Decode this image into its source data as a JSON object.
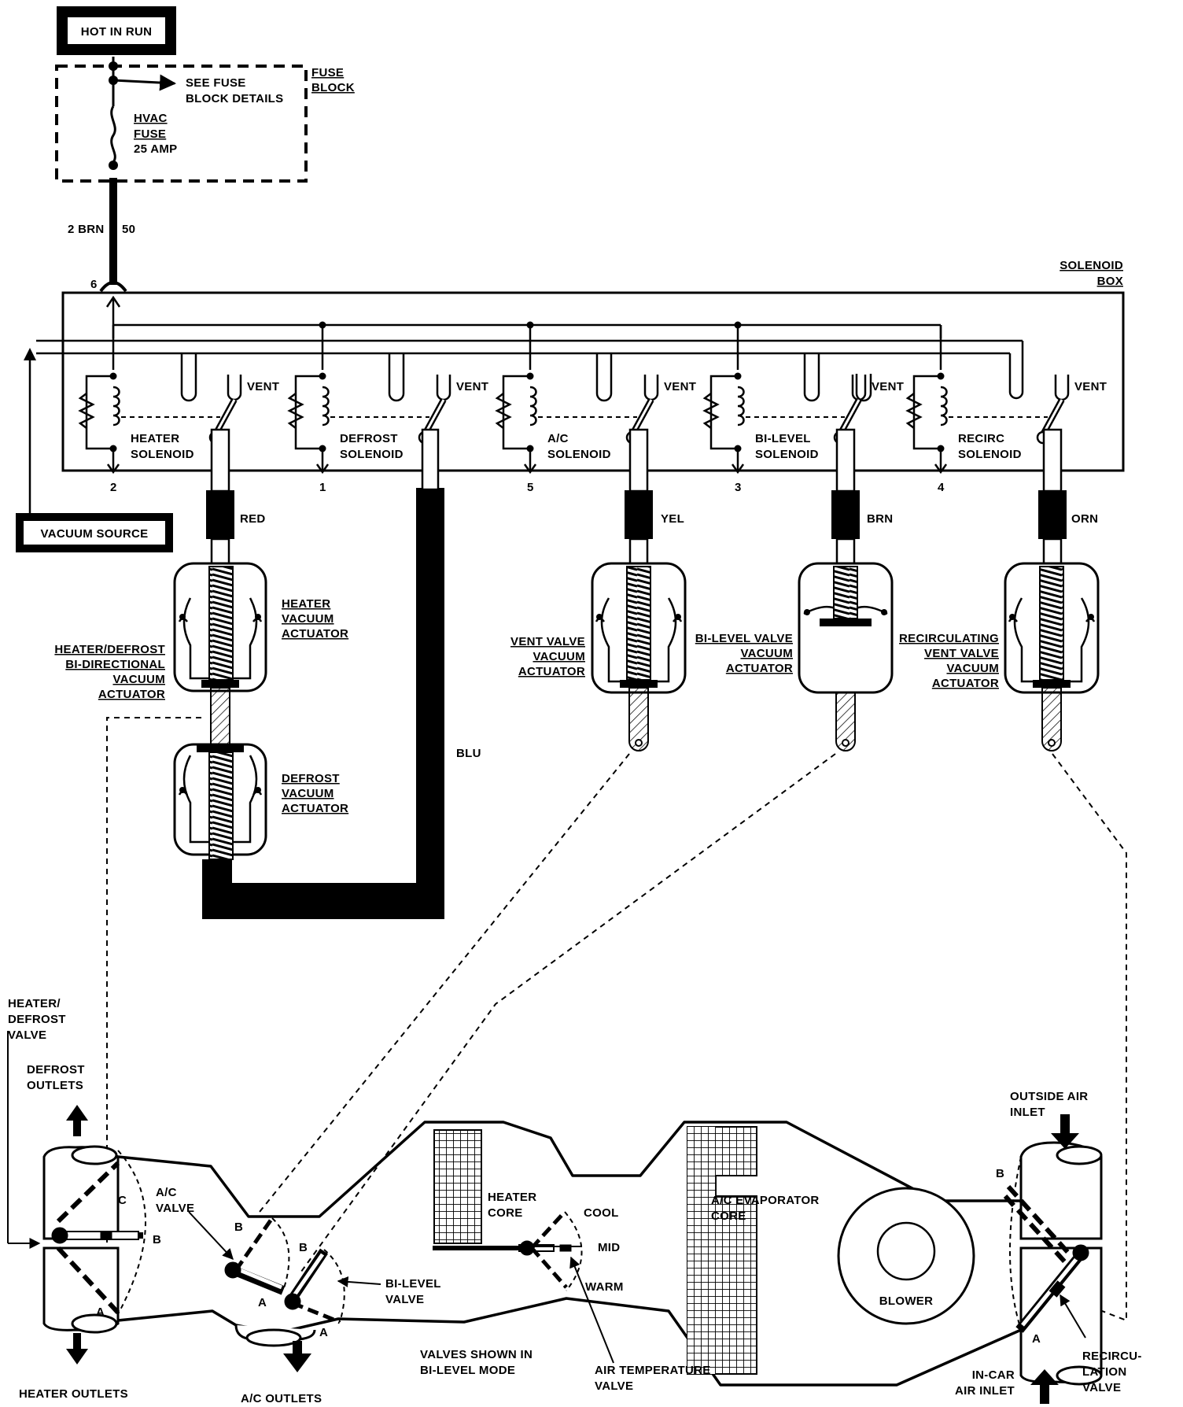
{
  "title_box": "HOT IN RUN",
  "fuse_block": {
    "title": [
      "FUSE",
      "BLOCK"
    ],
    "see_details": [
      "SEE FUSE",
      "BLOCK DETAILS"
    ],
    "fuse": [
      "HVAC",
      "FUSE",
      "25 AMP"
    ]
  },
  "wire": {
    "left": "2 BRN",
    "right": "50"
  },
  "solenoid_box": {
    "title": [
      "SOLENOID",
      "BOX"
    ],
    "input_pin": "6",
    "vent_label": "VENT",
    "solenoids": [
      {
        "name": [
          "HEATER",
          "SOLENOID"
        ],
        "pin": "2"
      },
      {
        "name": [
          "DEFROST",
          "SOLENOID"
        ],
        "pin": "1"
      },
      {
        "name": [
          "A/C",
          "SOLENOID"
        ],
        "pin": "5"
      },
      {
        "name": [
          "BI-LEVEL",
          "SOLENOID"
        ],
        "pin": "3"
      },
      {
        "name": [
          "RECIRC",
          "SOLENOID"
        ],
        "pin": "4"
      }
    ]
  },
  "vacuum_source": "VACUUM SOURCE",
  "hoses": [
    "RED",
    "BLU",
    "YEL",
    "BRN",
    "ORN"
  ],
  "actuators": {
    "heater": [
      "HEATER",
      "VACUUM",
      "ACTUATOR"
    ],
    "bidirectional": [
      "HEATER/DEFROST",
      "BI-DIRECTIONAL",
      "VACUUM",
      "ACTUATOR"
    ],
    "defrost": [
      "DEFROST",
      "VACUUM",
      "ACTUATOR"
    ],
    "vent": [
      "VENT VALVE",
      "VACUUM",
      "ACTUATOR"
    ],
    "bilevel": [
      "BI-LEVEL VALVE",
      "VACUUM",
      "ACTUATOR"
    ],
    "recirc": [
      "RECIRCULATING",
      "VENT VALVE",
      "VACUUM",
      "ACTUATOR"
    ]
  },
  "duct": {
    "heater_defrost_valve": [
      "HEATER/",
      "DEFROST",
      "VALVE"
    ],
    "defrost_outlets": [
      "DEFROST",
      "OUTLETS"
    ],
    "heater_outlets": "HEATER OUTLETS",
    "ac_valve": [
      "A/C",
      "VALVE"
    ],
    "ac_outlets": "A/C OUTLETS",
    "bilevel_valve": [
      "BI-LEVEL",
      "VALVE"
    ],
    "valves_note": [
      "VALVES SHOWN IN",
      "BI-LEVEL MODE"
    ],
    "heater_core": [
      "HEATER",
      "CORE"
    ],
    "temp_positions": [
      "COOL",
      "MID",
      "WARM"
    ],
    "air_temp_valve": [
      "AIR TEMPERATURE",
      "VALVE"
    ],
    "evaporator": [
      "A/C EVAPORATOR",
      "CORE"
    ],
    "blower": "BLOWER",
    "outside_air": [
      "OUTSIDE AIR",
      "INLET"
    ],
    "incar_air": [
      "IN-CAR",
      "AIR INLET"
    ],
    "recirc_valve": [
      "RECIRCU-",
      "LATION",
      "VALVE"
    ],
    "positions": {
      "a": "A",
      "b": "B",
      "c": "C"
    }
  }
}
